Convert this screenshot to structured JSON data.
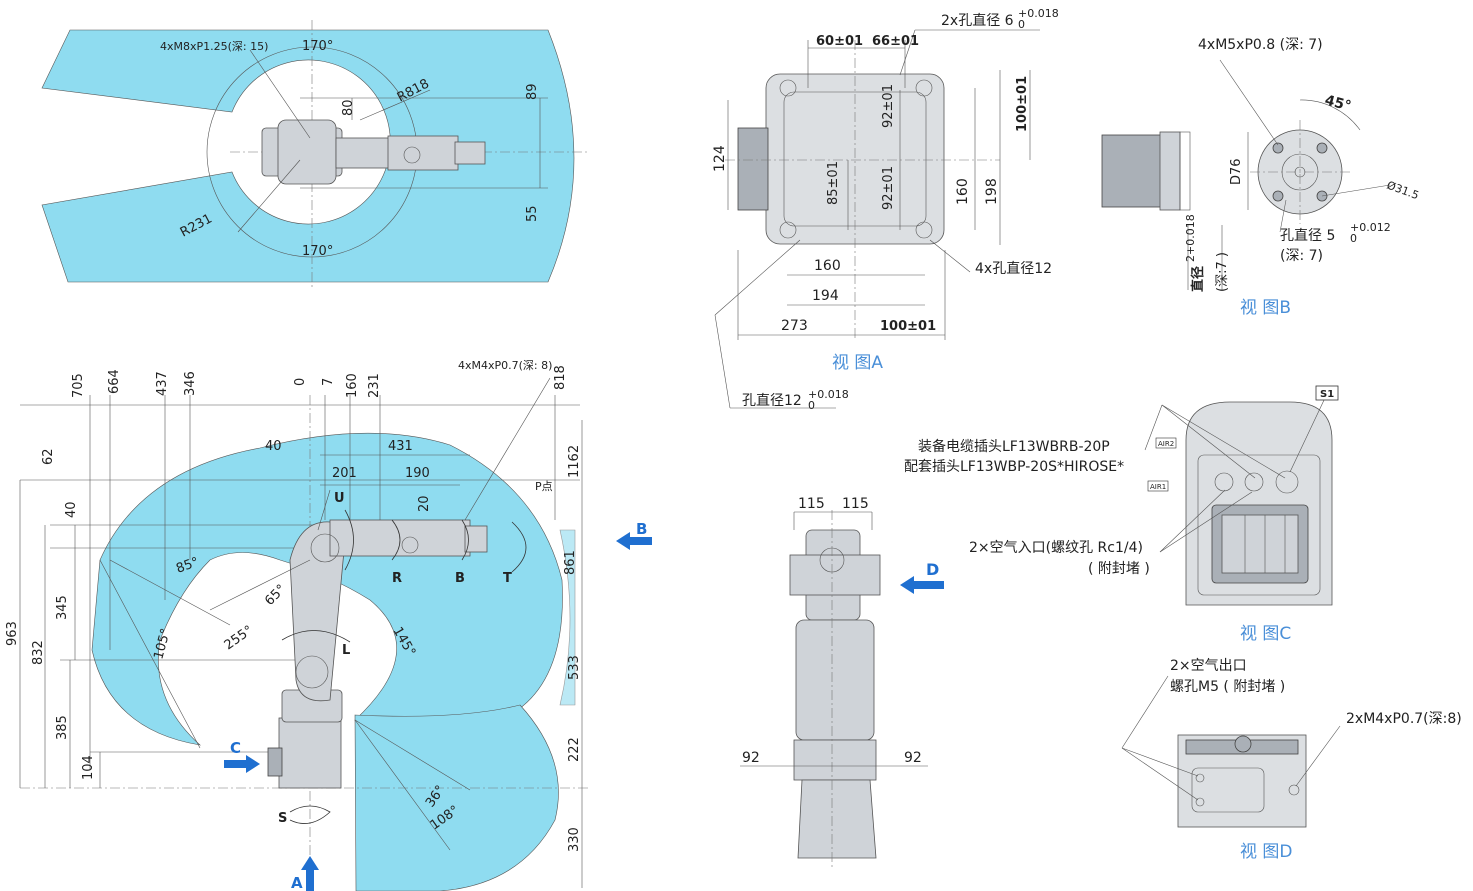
{
  "top_view": {
    "tap_holes": "4xM8xP1.25(深: 15)",
    "angle_top": "170°",
    "angle_bottom": "170°",
    "radius_outer": "R818",
    "radius_inner": "R231",
    "dim_80": "80",
    "dim_89": "89",
    "dim_55": "55"
  },
  "side_view": {
    "top_dims": [
      "705",
      "664",
      "437",
      "346",
      "0",
      "7",
      "160",
      "231"
    ],
    "dim_818": "818",
    "tap_holes": "4xM4xP0.7(深: 8)",
    "dim_40": "40",
    "dim_431": "431",
    "dim_201": "201",
    "dim_190": "190",
    "dim_20": "20",
    "p_point": "P点",
    "left_dims": [
      "62",
      "40",
      "345",
      "963",
      "832",
      "385",
      "104"
    ],
    "right_dims": [
      "1162",
      "861",
      "533",
      "222",
      "330"
    ],
    "angles": [
      "85°",
      "65°",
      "105°",
      "255°",
      "145°",
      "36°",
      "108°"
    ],
    "axes": {
      "u": "U",
      "r": "R",
      "b": "B",
      "t": "T",
      "l": "L",
      "s": "S"
    },
    "arrows": {
      "a": "A",
      "b": "B",
      "c": "C"
    }
  },
  "view_a": {
    "dim_60": "60±01",
    "dim_66": "66±01",
    "holes_6": "2x孔直径 6",
    "tol_6": "+0.018",
    "tol_6_zero": "0",
    "dim_124": "124",
    "dim_100_v": "100±01",
    "dim_92_top": "92±01",
    "dim_85": "85±01",
    "dim_92_bot": "92±01",
    "dim_160_v": "160",
    "dim_198": "198",
    "dim_160_h": "160",
    "dim_194": "194",
    "dim_273": "273",
    "dim_100_h": "100±01",
    "holes_12": "4x孔直径12",
    "hole_12": "孔直径12",
    "tol_12": "+0.018",
    "tol_12_zero": "0",
    "title": "视 图A"
  },
  "view_b": {
    "tap": "4xM5xP0.8 (深: 7)",
    "angle": "45°",
    "dia_31": "Ø31.5",
    "dia_76": "D76",
    "hole_5": "孔直径 5",
    "tol_5": "+0.012",
    "tol_5_zero": "0",
    "depth_7": "(深: 7)",
    "vert_label": "直径",
    "vert_tol": "2+0.018",
    "vert_depth": "(深:7 )",
    "title": "视 图B"
  },
  "view_c": {
    "s1": "S1",
    "air1": "AIR1",
    "air2": "AIR2",
    "connector_1": "装备电缆插头LF13WBRB-20P",
    "connector_2": "配套插头LF13WBP-20S*HIROSE*",
    "air_inlet": "2×空气入口(螺纹孔 Rc1/4)",
    "air_inlet_note": "( 附封堵 )",
    "title": "视 图C"
  },
  "view_d_robot": {
    "dim_115_l": "115",
    "dim_115_r": "115",
    "dim_92_l": "92",
    "dim_92_r": "92",
    "arrow_d": "D"
  },
  "view_d": {
    "air_outlet": "2×空气出口",
    "air_outlet_note": "螺孔M5 ( 附封堵 )",
    "tap": "2xM4xP0.7(深:8)",
    "title": "视 图D"
  },
  "colors": {
    "zone": "#8fdcf0",
    "view_title": "#4a8fd8",
    "arrow": "#1f6fd0"
  }
}
